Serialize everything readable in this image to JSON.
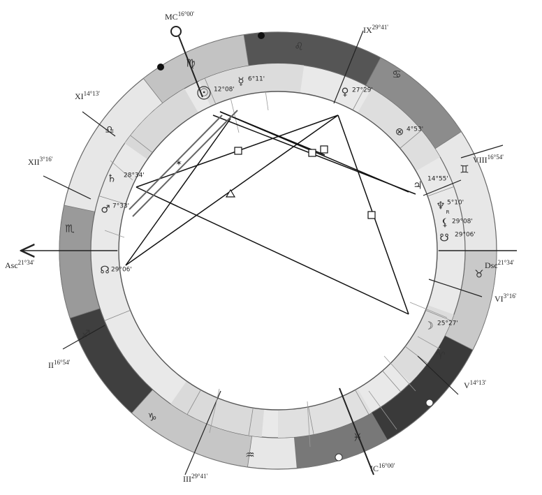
{
  "chart_data": {
    "type": "astrological-natal-chart",
    "angles": {
      "asc": {
        "label": "Asc",
        "degree": "21°34'"
      },
      "dsc": {
        "label": "Dsc",
        "degree": "21°34'"
      },
      "mc": {
        "label": "MC",
        "degree": "16°00'"
      },
      "ic": {
        "label": "IC",
        "degree": "16°00'"
      }
    },
    "houses": [
      {
        "label": "II",
        "degree": "16°54'"
      },
      {
        "label": "III",
        "degree": "29°41'"
      },
      {
        "label": "V",
        "degree": "14°13'"
      },
      {
        "label": "VI",
        "degree": "3°16'"
      },
      {
        "label": "VIII",
        "degree": "16°54'"
      },
      {
        "label": "IX",
        "degree": "29°41'"
      },
      {
        "label": "XI",
        "degree": "14°13'"
      },
      {
        "label": "XII",
        "degree": "3°16'"
      }
    ],
    "signs": [
      {
        "name": "aries-icon",
        "glyph": "♈"
      },
      {
        "name": "taurus-icon",
        "glyph": "♉"
      },
      {
        "name": "gemini-icon",
        "glyph": "♊"
      },
      {
        "name": "cancer-icon",
        "glyph": "♋"
      },
      {
        "name": "leo-icon",
        "glyph": "♌"
      },
      {
        "name": "virgo-icon",
        "glyph": "♍"
      },
      {
        "name": "libra-icon",
        "glyph": "♎"
      },
      {
        "name": "scorpio-icon",
        "glyph": "♏"
      },
      {
        "name": "sagittarius-icon",
        "glyph": "♐"
      },
      {
        "name": "capricorn-icon",
        "glyph": "♑"
      },
      {
        "name": "aquarius-icon",
        "glyph": "♒"
      },
      {
        "name": "pisces-icon",
        "glyph": "♓"
      }
    ],
    "planets": [
      {
        "name": "sun-icon",
        "glyph": "☉",
        "degree": "12°08'"
      },
      {
        "name": "mercury-icon",
        "glyph": "☿",
        "degree": "6°11'"
      },
      {
        "name": "venus-icon",
        "glyph": "♀",
        "degree": "27°29'"
      },
      {
        "name": "fortune-icon",
        "glyph": "⊗",
        "degree": "4°53'"
      },
      {
        "name": "jupiter-icon",
        "glyph": "♃",
        "degree": "14°55'"
      },
      {
        "name": "neptune-icon",
        "glyph": "♆",
        "degree": "5°10'",
        "retro": "R"
      },
      {
        "name": "lilith-icon",
        "glyph": "⚸",
        "degree": "29°08'"
      },
      {
        "name": "south-node-icon",
        "glyph": "☋",
        "degree": "29°06'"
      },
      {
        "name": "moon-icon",
        "glyph": "☽",
        "degree": "25°27'"
      },
      {
        "name": "north-node-icon",
        "glyph": "☊",
        "degree": "29°06'"
      },
      {
        "name": "mars-icon",
        "glyph": "♂",
        "degree": "7°33'"
      },
      {
        "name": "saturn-icon",
        "glyph": "♄",
        "degree": "28°34'"
      }
    ],
    "aspect_symbols": [
      {
        "name": "square-icon",
        "glyph": "□"
      },
      {
        "name": "trine-icon",
        "glyph": "△"
      },
      {
        "name": "sextile-icon",
        "glyph": "✶"
      }
    ]
  }
}
